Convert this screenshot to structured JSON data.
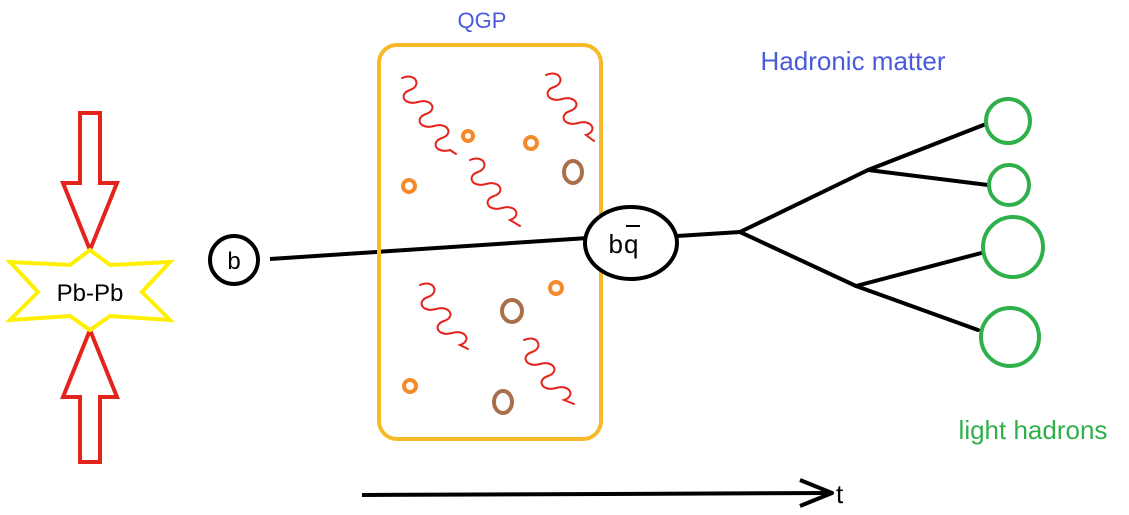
{
  "labels": {
    "qgp": "QGP",
    "hadronic_matter": "Hadronic matter",
    "light_hadrons": "light hadrons",
    "time_axis": "t",
    "collision": "Pb-Pb",
    "b_quark": "b",
    "meson_b": "b",
    "meson_qbar": "q"
  },
  "colors": {
    "arrow_red": "#e3241c",
    "star_yellow": "#ffef00",
    "qgp_box": "#f7b928",
    "gluon": "#e3241c",
    "quark_orange": "#f58a2a",
    "quark_brown": "#a8704a",
    "title_blue": "#4a5adc",
    "hadron_green": "#2fb04a",
    "line_black": "#000000"
  }
}
